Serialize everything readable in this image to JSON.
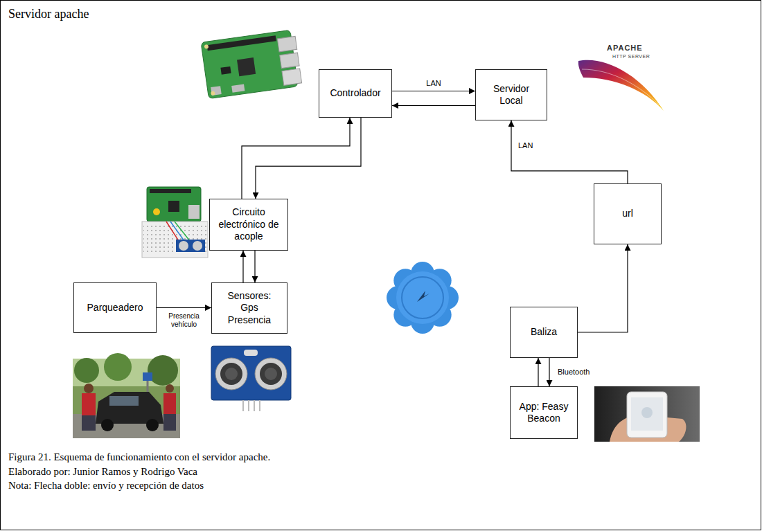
{
  "diagram": {
    "title": "Servidor apache",
    "caption": "Figura 21. Esquema de funcionamiento con el servidor apache.",
    "nodes": [
      {
        "text": [
          "Controlador"
        ]
      },
      {
        "text": [
          "Servidor Local"
        ]
      },
      {
        "text": [
          "Circuito electrónico de acople"
        ]
      },
      {
        "text": [
          "Sensores: Gps Presencia"
        ]
      },
      {
        "text": [
          "Parqueadero"
        ]
      },
      {
        "text": [
          "url"
        ]
      },
      {
        "text": [
          "Baliza"
        ]
      },
      {
        "text": [
          "App: Feasy Beacon"
        ]
      }
    ],
    "edges": [
      {
        "from": 0,
        "to": 1,
        "arrow": "to",
        "label": "LAN"
      },
      {
        "from": 1,
        "to": 0,
        "arrow": "to"
      },
      {
        "from": 0,
        "to": 2,
        "arrow": "to"
      },
      {
        "from": 2,
        "to": 0,
        "arrow": "to"
      },
      {
        "from": 2,
        "to": 3,
        "arrow": "to"
      },
      {
        "from": 3,
        "to": 2,
        "arrow": "to"
      },
      {
        "from": 4,
        "to": 3,
        "arrow": "to",
        "label": "Presencia vehículo"
      },
      {
        "from": 6,
        "to": 5,
        "arrow": "to"
      },
      {
        "from": 5,
        "to": 1,
        "arrow": "to",
        "label": "LAN"
      },
      {
        "from": 6,
        "to": 7,
        "arrow": "to",
        "label": "Bluetooth"
      },
      {
        "from": 7,
        "to": 6,
        "arrow": "to"
      }
    ],
    "labels": [
      "APACHE",
      "HTTP SERVER",
      "Elaborado por: Junior Ramos y Rodrigo Vaca",
      "Nota: Flecha doble: envío y recepción de datos"
    ]
  }
}
